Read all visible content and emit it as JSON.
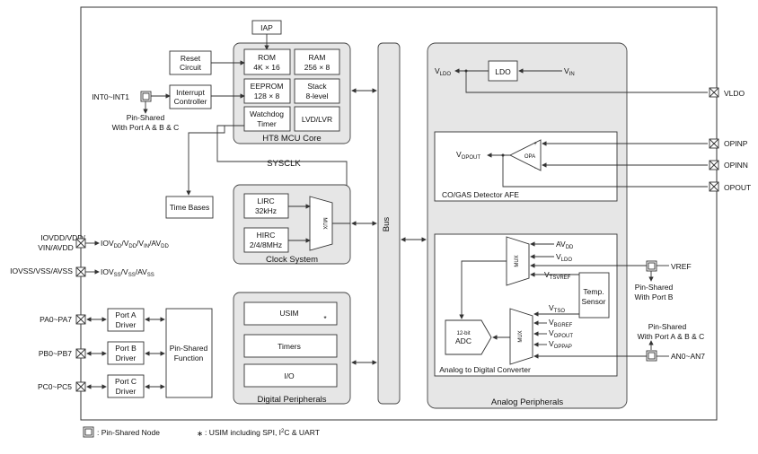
{
  "core": {
    "title": "HT8 MCU Core",
    "iap": "IAP",
    "rom": [
      "ROM",
      "4K × 16"
    ],
    "ram": [
      "RAM",
      "256 × 8"
    ],
    "eeprom": [
      "EEPROM",
      "128 × 8"
    ],
    "stack": [
      "Stack",
      "8-level"
    ],
    "watchdog": [
      "Watchdog",
      "Timer"
    ],
    "lvd": "LVD/LVR"
  },
  "left": {
    "reset": [
      "Reset",
      "Circuit"
    ],
    "interrupt": [
      "Interrupt",
      "Controller"
    ],
    "int_pin": "INT0~INT1",
    "int_shared": [
      "Pin-Shared",
      "With Port A & B & C"
    ],
    "time_bases": "Time Bases",
    "sysclk": "SYSCLK"
  },
  "power": {
    "vdd_pin": [
      "IOVDD/VDD/",
      "VIN/AVDD"
    ],
    "vdd_label": {
      "base": "IOV",
      "s1": "DD",
      "m1": "/V",
      "s2": "DD",
      "m2": "/V",
      "s3": "IN",
      "m3": "/AV",
      "s4": "DD"
    },
    "vss_pin": "IOVSS/VSS/AVSS",
    "vss_label": {
      "base": "IOV",
      "s1": "SS",
      "m1": "/V",
      "s2": "SS",
      "m2": "/AV",
      "s3": "SS"
    }
  },
  "clock": {
    "title": "Clock System",
    "lirc": [
      "LIRC",
      "32kHz"
    ],
    "hirc": [
      "HIRC",
      "2/4/8MHz"
    ],
    "mux": "MUX"
  },
  "ports": {
    "pa": "PA0~PA7",
    "pb": "PB0~PB7",
    "pc": "PC0~PC5",
    "pa_drv": [
      "Port A",
      "Driver"
    ],
    "pb_drv": [
      "Port B",
      "Driver"
    ],
    "pc_drv": [
      "Port C",
      "Driver"
    ],
    "func": [
      "Pin-Shared",
      "Function"
    ]
  },
  "digital": {
    "title": "Digital Peripherals",
    "usim": "USIM",
    "star": "*",
    "timers": "Timers",
    "io": "I/O"
  },
  "bus": "Bus",
  "analog": {
    "title": "Analog Peripherals",
    "ldo": "LDO",
    "vldo_label": "V",
    "vldo_sub": "LDO",
    "vin_label": "V",
    "vin_sub": "IN",
    "vldo_pin": "VLDO",
    "afe_title": "CO/GAS Detector AFE",
    "opa": "OPA",
    "vopout": "V",
    "vopout_sub": "OPOUT",
    "opinp": "OPINP",
    "opinn": "OPINN",
    "opout": "OPOUT",
    "plus": "+",
    "minus": "-",
    "adc_title": "Analog to Digital Converter",
    "adc": [
      "12-bit",
      "ADC"
    ],
    "mux": "MUX",
    "temp": [
      "Temp.",
      "Sensor"
    ],
    "mux1_inputs": [
      [
        "AV",
        "DD"
      ],
      [
        "V",
        "LDO"
      ],
      [
        "V",
        "TSVREF"
      ]
    ],
    "mux2_inputs": [
      [
        "V",
        "BGREF"
      ],
      [
        "V",
        "OPOUT"
      ],
      [
        "V",
        "OPPAP"
      ]
    ],
    "vtso": [
      "V",
      "TSO"
    ],
    "vref_pin": "VREF",
    "vref_shared": [
      "Pin-Shared",
      "With Port B"
    ],
    "an_pin": "AN0~AN7",
    "an_shared": [
      "Pin-Shared",
      "With Port A & B & C"
    ]
  },
  "legend": {
    "node": ": Pin-Shared Node",
    "note_star": "∗",
    "note": ": USIM including SPI, I",
    "note_sup": "2",
    "note_end": "C & UART"
  }
}
